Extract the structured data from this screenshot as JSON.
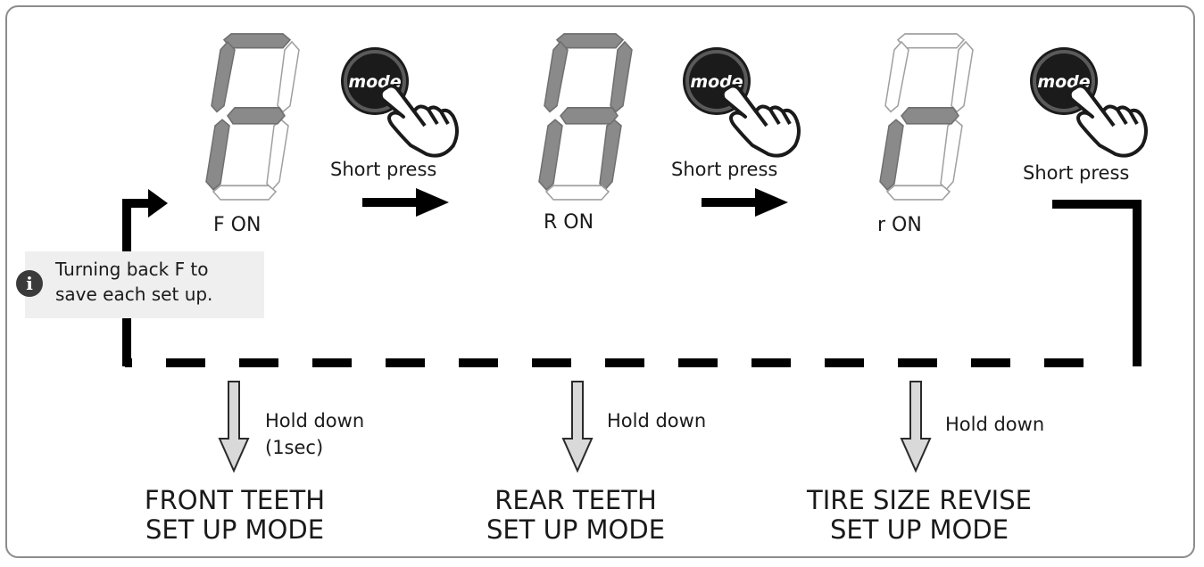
{
  "states": [
    {
      "label": "F ON",
      "digit": "F",
      "segments_on": [
        "a",
        "f",
        "g",
        "e"
      ]
    },
    {
      "label": "R ON",
      "digit": "R",
      "segments_on": [
        "a",
        "b",
        "f",
        "g",
        "e",
        "c"
      ]
    },
    {
      "label": "r ON",
      "digit": "r",
      "segments_on": [
        "g",
        "e"
      ]
    }
  ],
  "button_label": "mode",
  "short_press_label": "Short press",
  "hold_down": {
    "first": "Hold down",
    "first_note": "(1sec)",
    "label": "Hold down"
  },
  "modes": [
    {
      "line1": "FRONT TEETH",
      "line2": "SET UP MODE"
    },
    {
      "line1": "REAR TEETH",
      "line2": "SET UP MODE"
    },
    {
      "line1": "TIRE SIZE REVISE",
      "line2": "SET UP MODE"
    }
  ],
  "note": {
    "icon": "info-icon",
    "line1": "Turning back F to",
    "line2": "save each set up."
  },
  "colors": {
    "segment_on": "#8a8a8a",
    "segment_off": "#ffffff",
    "segment_stroke": "#a0a0a0",
    "arrow": "#000000",
    "hold_arrow_fill": "#d9d9d9",
    "note_bg": "#efefef"
  }
}
